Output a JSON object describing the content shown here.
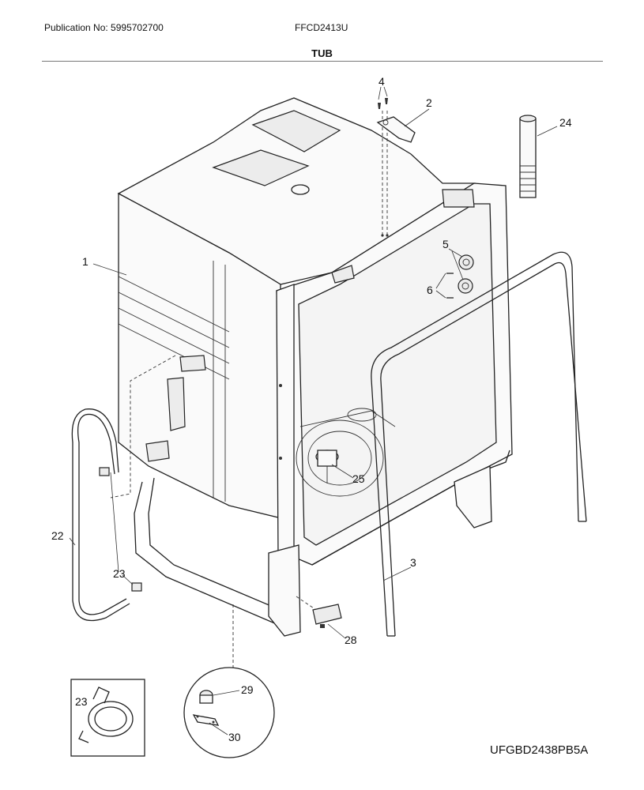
{
  "header": {
    "publication": "Publication No: 5995702700",
    "model": "FFCD2413U",
    "section_title": "TUB"
  },
  "footer": {
    "diagram_code": "UFGBD2438PB5A"
  },
  "callouts": {
    "c1": "1",
    "c2": "2",
    "c3": "3",
    "c4": "4",
    "c5": "5",
    "c6": "6",
    "c22": "22",
    "c23": "23",
    "c23b": "23",
    "c24": "24",
    "c25": "25",
    "c28": "28",
    "c29": "29",
    "c30": "30"
  }
}
